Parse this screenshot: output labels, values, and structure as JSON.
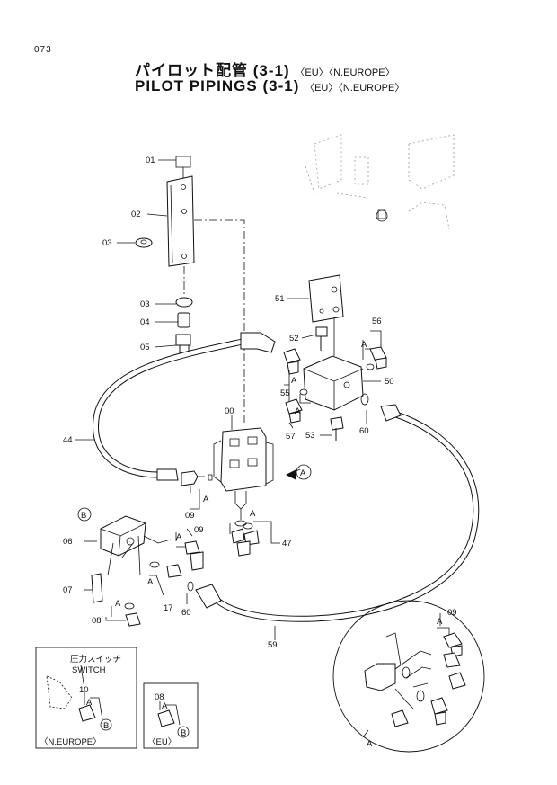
{
  "page_number": "073",
  "title_jp": "パイロット配管 (3-1)",
  "title_en": "PILOT PIPINGS (3-1)",
  "title_suffix": "〈EU〉〈N.EUROPE〉",
  "labels": {
    "p00": "00",
    "p01": "01",
    "p02": "02",
    "p03": "03",
    "p03b": "03",
    "p04": "04",
    "p05": "05",
    "p06": "06",
    "p07": "07",
    "p08": "08",
    "p09a": "09",
    "p09b": "09",
    "p09c": "09",
    "p17": "17",
    "p44": "44",
    "p47": "47",
    "p50": "50",
    "p51": "51",
    "p52": "52",
    "p53": "53",
    "p55": "55",
    "p56": "56",
    "p57": "57",
    "p59": "59",
    "p60a": "60",
    "p60b": "60",
    "p08b": "08",
    "p10": "10"
  },
  "markers": {
    "A": "A",
    "B": "B"
  },
  "insets": {
    "neurope": {
      "switch_jp": "圧力スイッチ",
      "switch_en": "SWITCH",
      "caption": "〈N.EUROPE〉"
    },
    "eu": {
      "caption": "〈EU〉"
    }
  }
}
